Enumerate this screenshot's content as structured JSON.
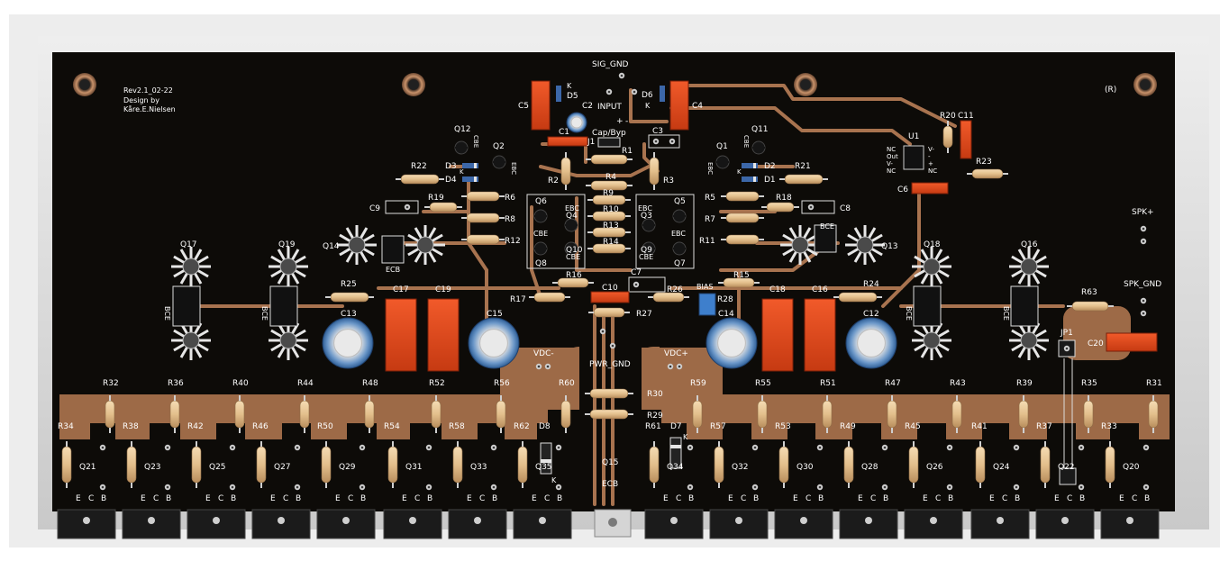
{
  "board": {
    "revision": "Rev2.1_02-22",
    "design_by": "Design by",
    "author": "Kåre.E.Nielsen",
    "registered_mark": "(R)",
    "colors": {
      "pcb": "#0d0b08",
      "silk": "#ffffff",
      "copper": "#a8734f",
      "smd": "#e0491c",
      "resistor": "#e8c79a",
      "cap_blue": "#4f86c6"
    }
  },
  "labels": {
    "sig_gnd": "SIG_GND",
    "input": "INPUT",
    "cap_byp": "Cap/Byp",
    "pwr_gnd": "PWR_GND",
    "vdc_neg": "VDC-",
    "vdc_pos": "VDC+",
    "spk_pos": "SPK+",
    "spk_gnd": "SPK_GND",
    "bias": "BIAS",
    "k": "K",
    "ecb": "ECB",
    "ebc": "EBC",
    "cbe": "CBE",
    "bce": "BCE",
    "e": "E",
    "c": "C",
    "b": "B",
    "u1_pins_left": [
      "NC",
      "Out",
      "V-",
      "NC"
    ],
    "u1_pins_right": [
      "V-",
      "-",
      "+",
      "NC"
    ]
  },
  "refs": {
    "caps": [
      "C1",
      "C2",
      "C3",
      "C4",
      "C5",
      "C6",
      "C7",
      "C8",
      "C9",
      "C10",
      "C11",
      "C12",
      "C13",
      "C14",
      "C15",
      "C16",
      "C17",
      "C18",
      "C19",
      "C20"
    ],
    "diodes": [
      "D1",
      "D2",
      "D3",
      "D4",
      "D5",
      "D6",
      "D7",
      "D8"
    ],
    "small_transistors": [
      "Q1",
      "Q2",
      "Q3",
      "Q4",
      "Q5",
      "Q6",
      "Q7",
      "Q8",
      "Q9",
      "Q10",
      "Q11",
      "Q12"
    ],
    "power_transistors": [
      "Q13",
      "Q14",
      "Q15",
      "Q16",
      "Q17",
      "Q18",
      "Q19",
      "Q20",
      "Q21",
      "Q22",
      "Q23",
      "Q24",
      "Q25",
      "Q26",
      "Q27",
      "Q28",
      "Q29",
      "Q30",
      "Q31",
      "Q32",
      "Q33",
      "Q34",
      "Q35"
    ],
    "resistors": [
      "R1",
      "R2",
      "R3",
      "R4",
      "R5",
      "R6",
      "R7",
      "R8",
      "R9",
      "R10",
      "R11",
      "R12",
      "R13",
      "R14",
      "R15",
      "R16",
      "R17",
      "R18",
      "R19",
      "R20",
      "R21",
      "R22",
      "R23",
      "R24",
      "R25",
      "R26",
      "R27",
      "R28",
      "R29",
      "R30",
      "R31",
      "R32",
      "R33",
      "R34",
      "R35",
      "R36",
      "R37",
      "R38",
      "R39",
      "R40",
      "R41",
      "R42",
      "R43",
      "R44",
      "R45",
      "R46",
      "R47",
      "R48",
      "R49",
      "R50",
      "R51",
      "R52",
      "R53",
      "R54",
      "R55",
      "R56",
      "R57",
      "R58",
      "R59",
      "R60",
      "R61",
      "R62",
      "R63"
    ],
    "other": [
      "U1",
      "J1",
      "JP1"
    ]
  },
  "emitter_row_top": [
    "R32",
    "R36",
    "R40",
    "R44",
    "R48",
    "R52",
    "R56",
    "R60",
    "R59",
    "R55",
    "R51",
    "R47",
    "R43",
    "R39",
    "R35",
    "R31"
  ],
  "emitter_row_bottom": [
    "R34",
    "R38",
    "R42",
    "R46",
    "R50",
    "R54",
    "R58",
    "R62",
    "R61",
    "R57",
    "R53",
    "R49",
    "R45",
    "R41",
    "R37",
    "R33"
  ],
  "output_q_row": [
    "Q21",
    "Q23",
    "Q25",
    "Q27",
    "Q29",
    "Q31",
    "Q33",
    "Q35",
    "Q34",
    "Q32",
    "Q30",
    "Q28",
    "Q26",
    "Q24",
    "Q22",
    "Q20"
  ]
}
